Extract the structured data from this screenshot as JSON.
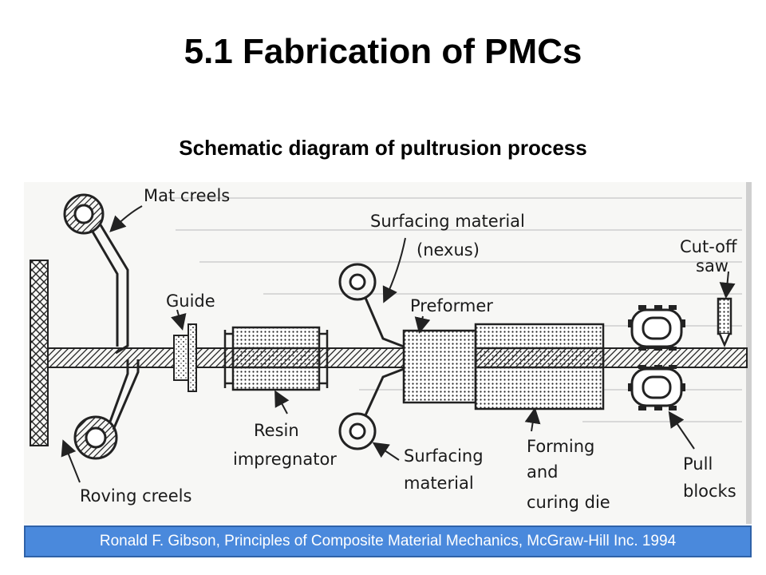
{
  "slide": {
    "title": "5.1 Fabrication of PMCs",
    "subtitle": "Schematic diagram of pultrusion process"
  },
  "diagram": {
    "labels": {
      "mat_creels": "Mat creels",
      "guide": "Guide",
      "surfacing_material_top_1": "Surfacing material",
      "surfacing_material_top_2": "(nexus)",
      "preformer": "Preformer",
      "cut_off_saw_1": "Cut-off",
      "cut_off_saw_2": "saw",
      "resin_impregnator_1": "Resin",
      "resin_impregnator_2": "impregnator",
      "surfacing_material_bottom_1": "Surfacing",
      "surfacing_material_bottom_2": "material",
      "forming_curing_die_1": "Forming",
      "forming_curing_die_2": "and",
      "forming_curing_die_3": "curing die",
      "pull_blocks_1": "Pull",
      "pull_blocks_2": "blocks",
      "roving_creels": "Roving creels"
    }
  },
  "citation": {
    "text": "Ronald F. Gibson, Principles of Composite Material Mechanics, McGraw-Hill Inc. 1994"
  }
}
